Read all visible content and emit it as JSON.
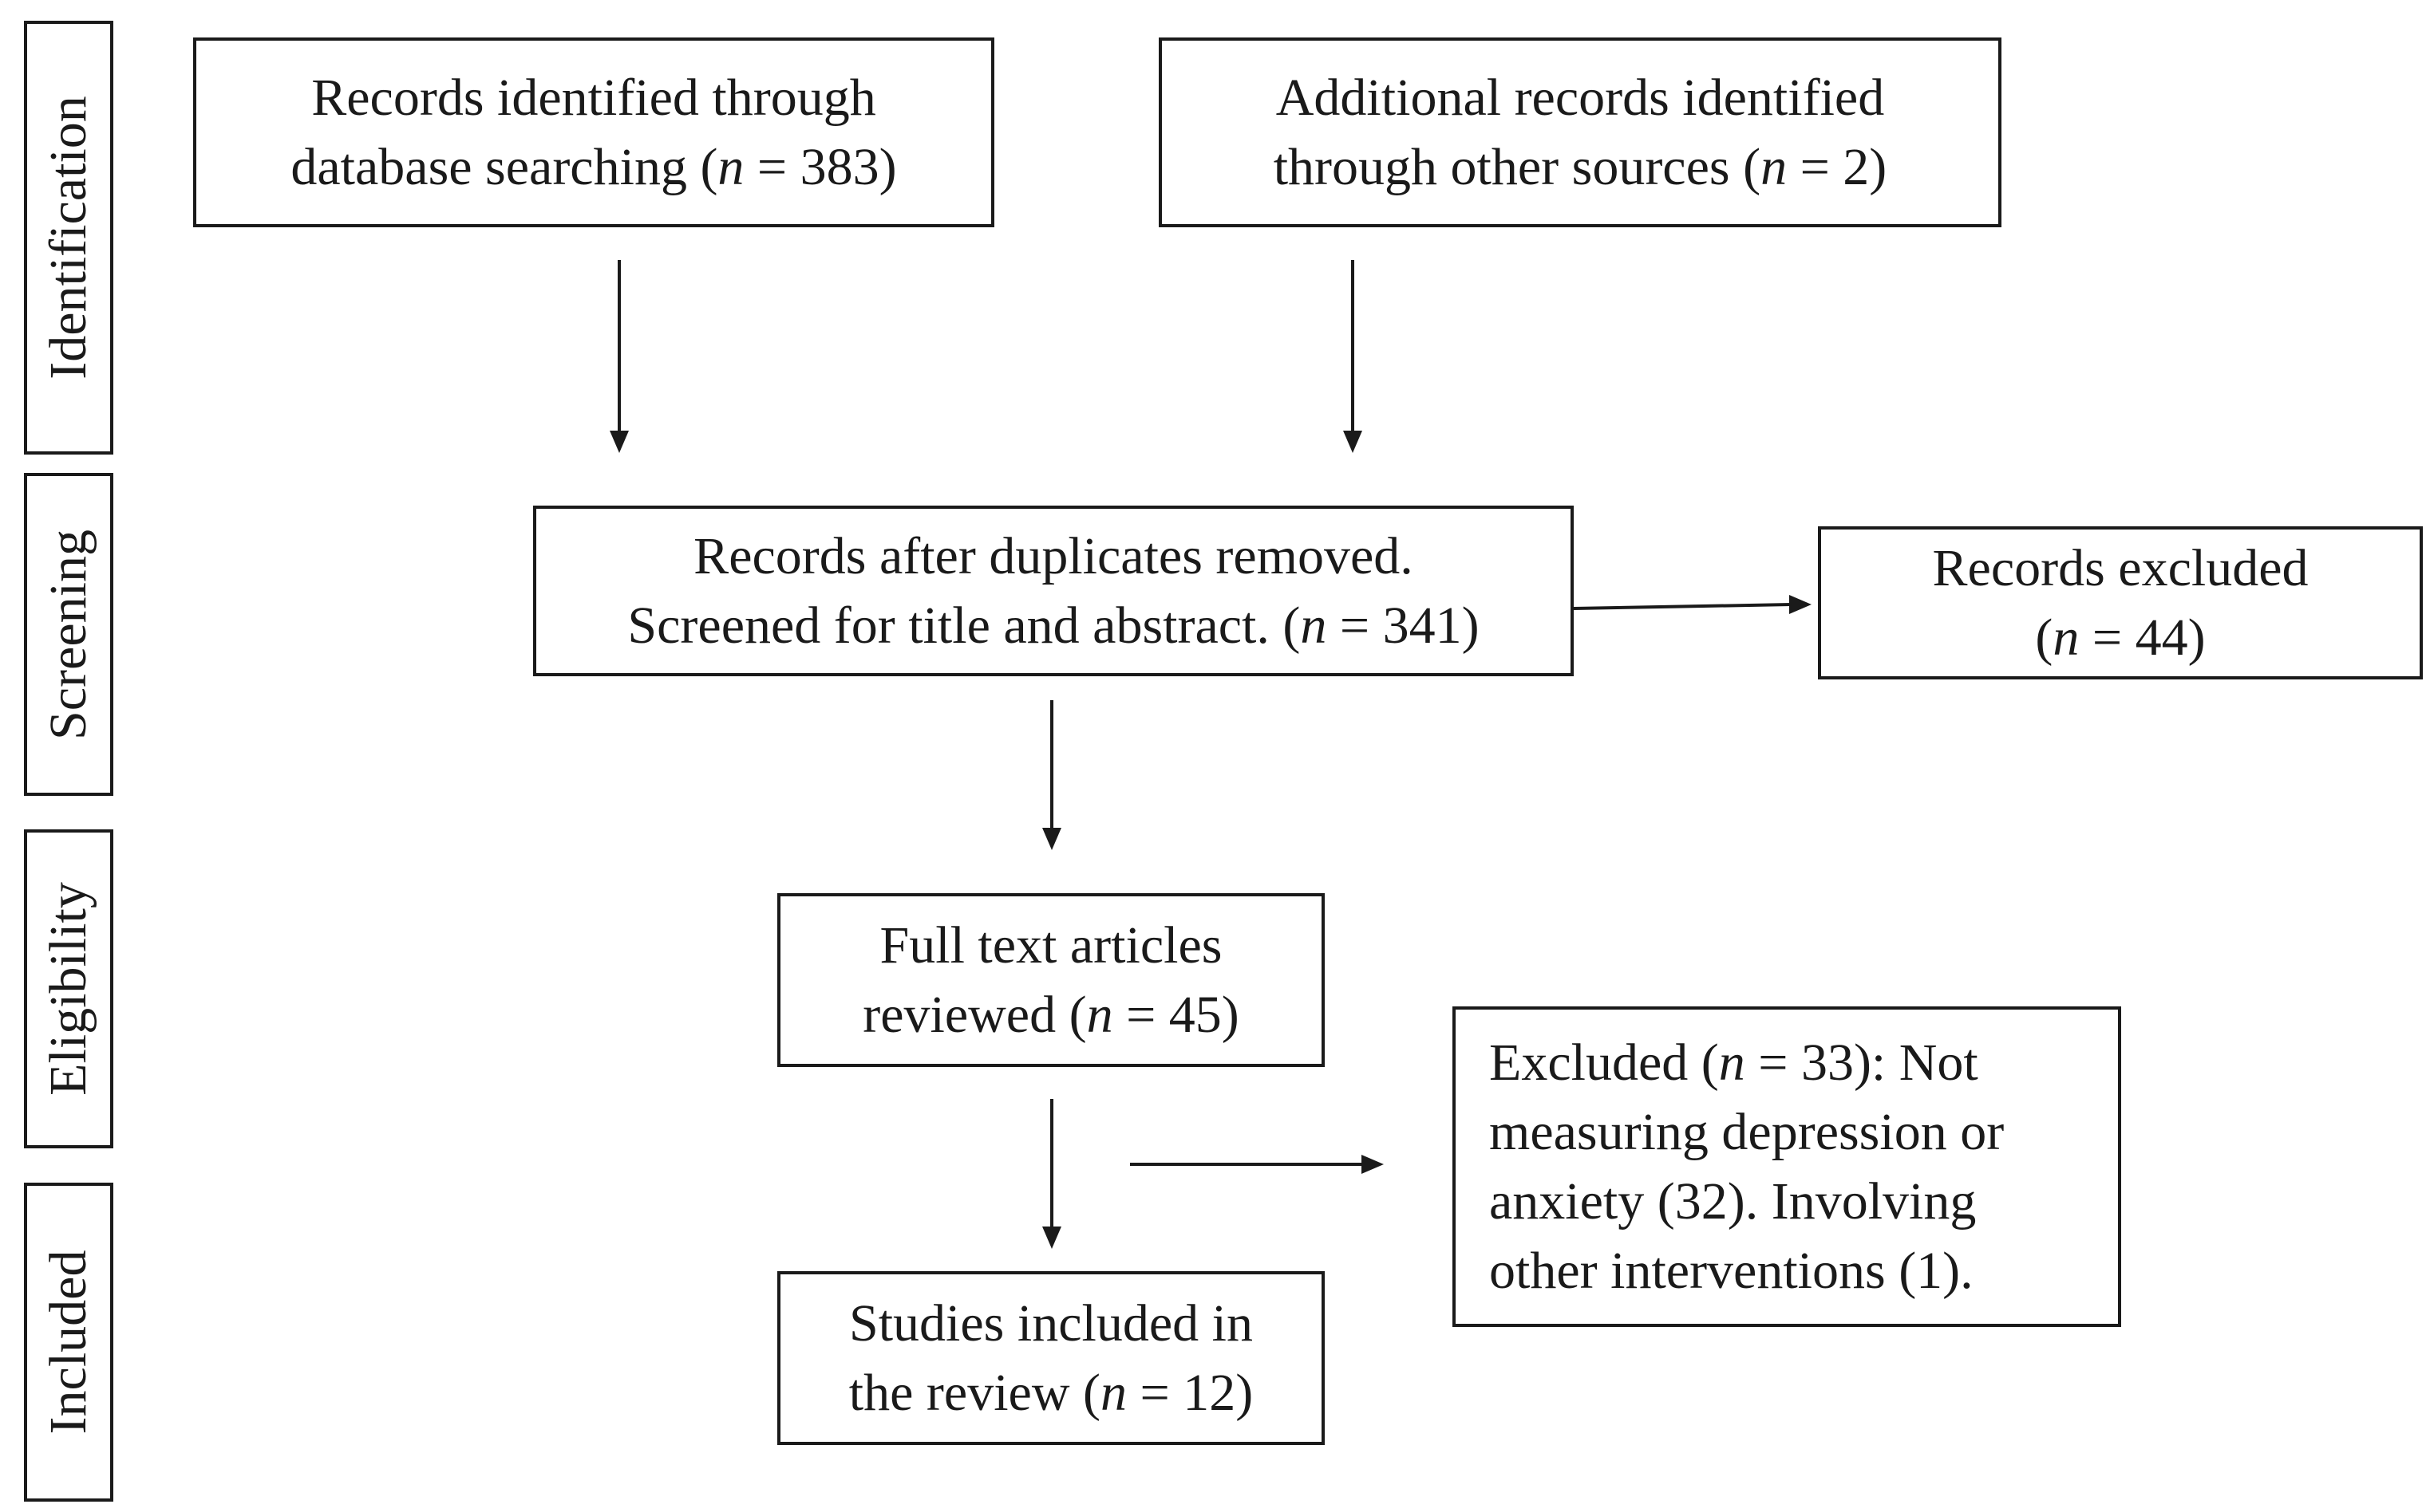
{
  "phases": {
    "identification": "Identification",
    "screening": "Screening",
    "eligibility": "Eligibility",
    "included": "Included"
  },
  "boxes": {
    "database_records": {
      "pre": "Records identified through\ndatabase searching (",
      "n": "n",
      "post": " = 383)"
    },
    "other_records": {
      "pre": "Additional records identified\nthrough other sources (",
      "n": "n",
      "post": " = 2)"
    },
    "after_duplicates": {
      "pre": "Records after duplicates removed.\nScreened for title and abstract. (",
      "n": "n",
      "post": " = 341)"
    },
    "records_excluded": {
      "pre": "Records excluded\n(",
      "n": "n",
      "post": " = 44)"
    },
    "full_text": {
      "pre": "Full text articles\nreviewed (",
      "n": "n",
      "post": " = 45)"
    },
    "excluded_reasons": {
      "pre": "Excluded (",
      "n": "n",
      "post": " = 33): Not\nmeasuring depression or\nanxiety (32). Involving\nother interventions (1)."
    },
    "included_studies": {
      "pre": "Studies included in\nthe review (",
      "n": "n",
      "post": " = 12)"
    }
  },
  "colors": {
    "line": "#1a1a1a",
    "background": "#ffffff"
  }
}
